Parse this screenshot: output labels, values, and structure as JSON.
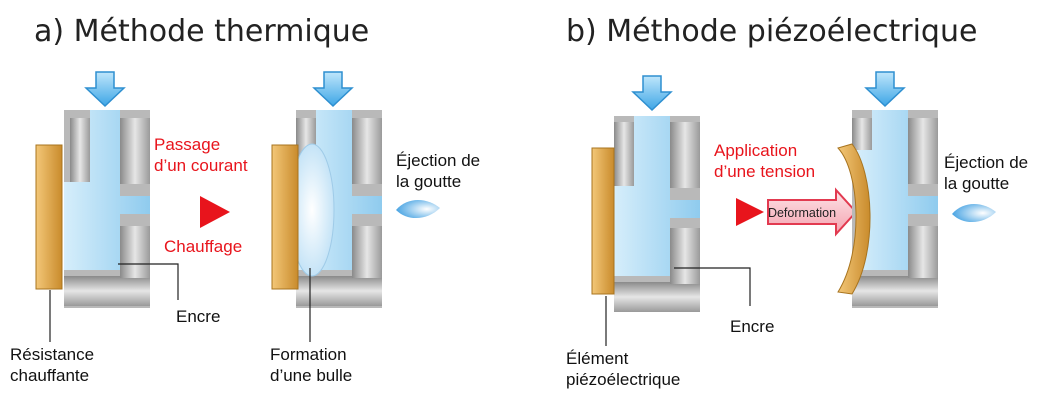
{
  "panel_a": {
    "title": "a) Méthode thermique",
    "label_current": "Passage\nd’un courant",
    "label_heating": "Chauffage",
    "label_ejection": "Éjection de\nla goutte",
    "label_ink": "Encre",
    "label_resistor": "Résistance\nchauffante",
    "label_bubble": "Formation\nd’une bulle"
  },
  "panel_b": {
    "title": "b) Méthode piézoélectrique",
    "label_voltage": "Application\nd’une tension",
    "label_deformation": "Deformation",
    "label_ejection": "Éjection de\nla goutte",
    "label_ink": "Encre",
    "label_element": "Élément\npiézoélectrique"
  },
  "colors": {
    "accent_red": "#e8141c",
    "ink_blue": "#9fd3f3",
    "heater_orange": "#e2ad55",
    "housing_gray": "#c4c4c4"
  }
}
